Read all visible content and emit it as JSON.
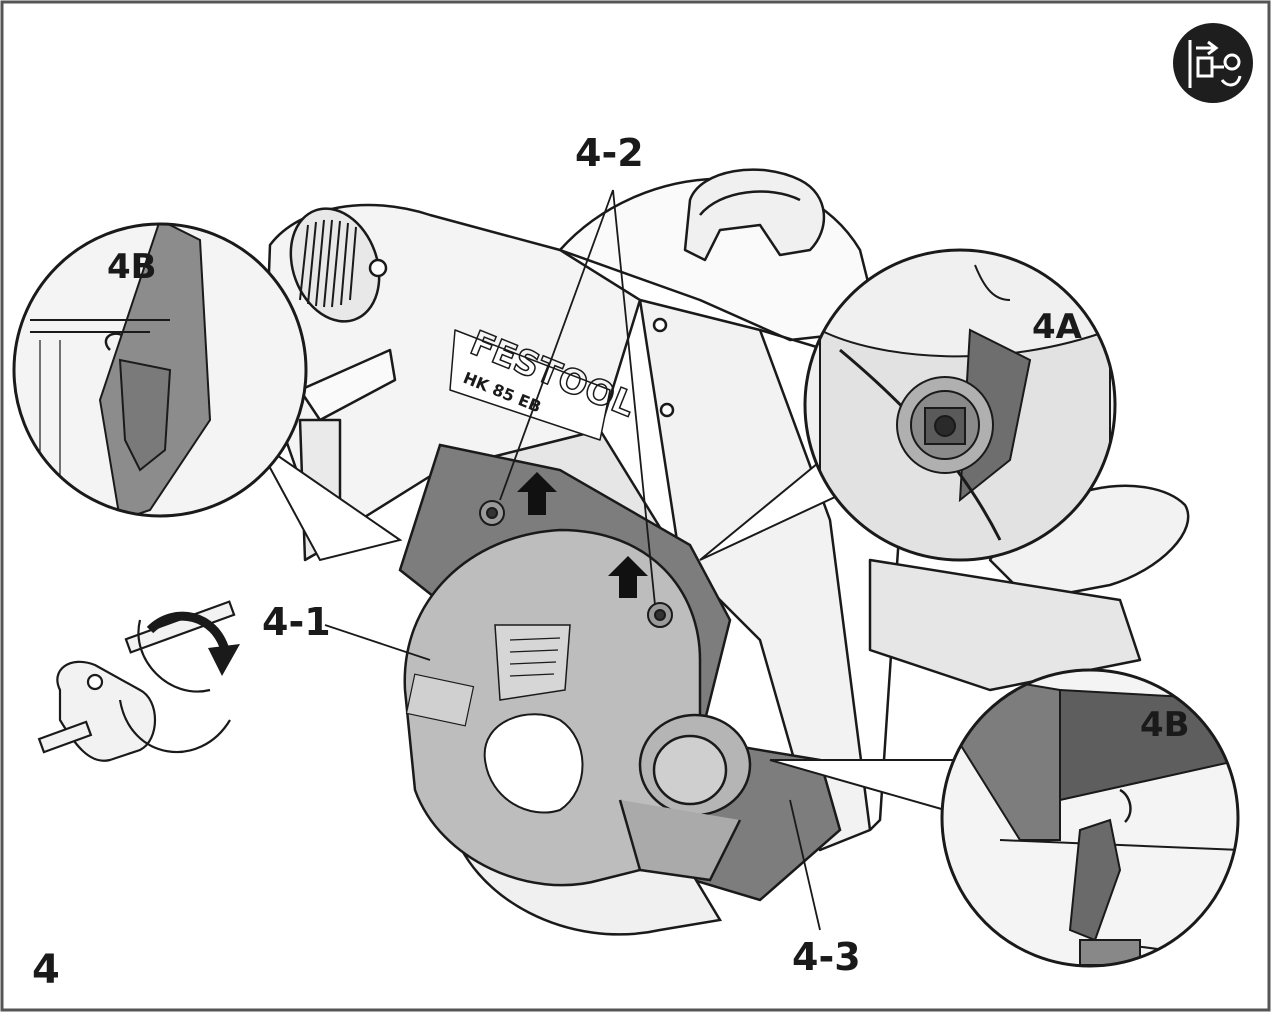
{
  "figure": {
    "number": "4",
    "callouts": [
      "4-1",
      "4-2",
      "4-3"
    ],
    "zoom_labels": {
      "a": "4A",
      "b_left": "4B",
      "b_right": "4B"
    },
    "brand_text": "FESTOOL",
    "model_text": "HK 85 EB",
    "symbol_icon": "unplug-power-icon",
    "colors": {
      "line": "#1a1a1a",
      "body": "#f4f4f4",
      "guard": "#bdbdbd",
      "plate": "#7d7d7d",
      "badge": "#1e1e1e"
    }
  }
}
